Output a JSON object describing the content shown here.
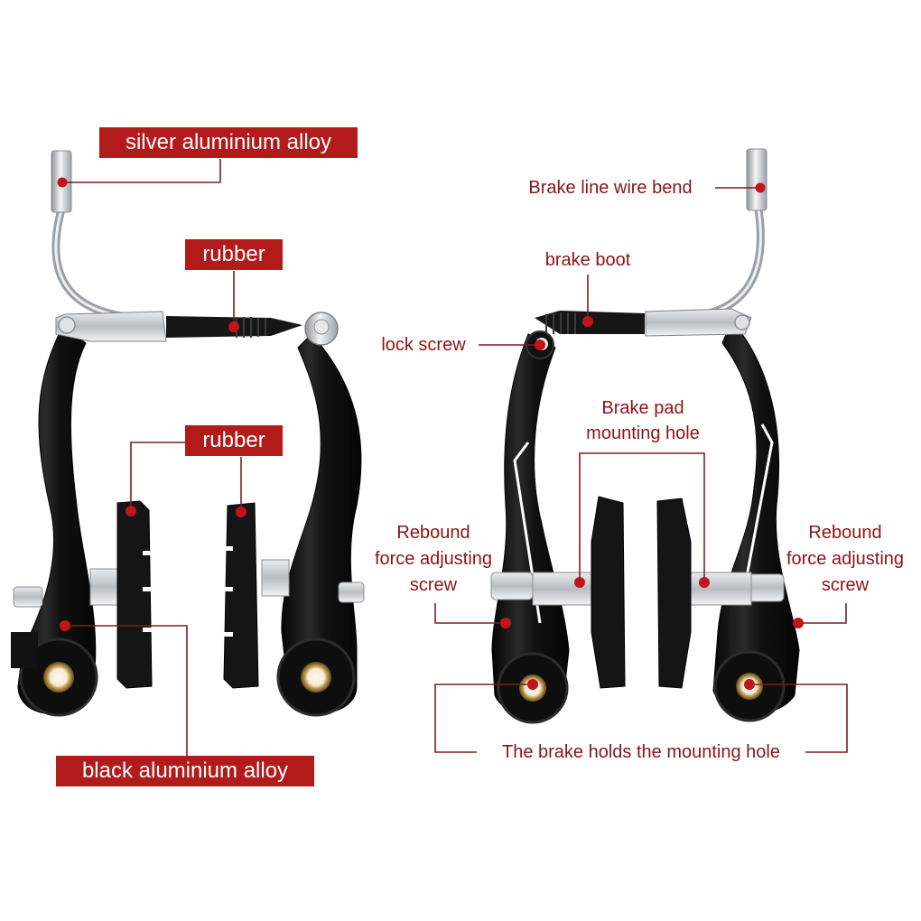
{
  "diagram": {
    "title": "V-brake set component callouts",
    "colors": {
      "tag_bg": "#b31b1b",
      "tag_text": "#ffffff",
      "label_text": "#8b1414",
      "leader_line": "#7a1f1f",
      "dot": "#c0151b",
      "arm_black": "#141414",
      "silver": "#c8ccd0"
    },
    "left_view": {
      "labels": [
        {
          "id": "silver-alloy",
          "text": "silver aluminium alloy"
        },
        {
          "id": "rubber-boot",
          "text": "rubber"
        },
        {
          "id": "rubber-pads",
          "text": "rubber"
        },
        {
          "id": "black-alloy",
          "text": "black aluminium alloy"
        }
      ]
    },
    "right_view": {
      "labels": [
        {
          "id": "wire-bend",
          "text": "Brake line wire bend"
        },
        {
          "id": "brake-boot",
          "text": "brake boot"
        },
        {
          "id": "lock-screw",
          "text": "lock screw"
        },
        {
          "id": "pad-hole-1",
          "text": "Brake pad"
        },
        {
          "id": "pad-hole-2",
          "text": "mounting hole"
        },
        {
          "id": "rebound-left-1",
          "text": "Rebound"
        },
        {
          "id": "rebound-left-2",
          "text": "force adjusting"
        },
        {
          "id": "rebound-left-3",
          "text": "screw"
        },
        {
          "id": "rebound-right-1",
          "text": "Rebound"
        },
        {
          "id": "rebound-right-2",
          "text": "force adjusting"
        },
        {
          "id": "rebound-right-3",
          "text": "screw"
        },
        {
          "id": "mount-hole",
          "text": "The brake holds the mounting hole"
        }
      ]
    }
  }
}
